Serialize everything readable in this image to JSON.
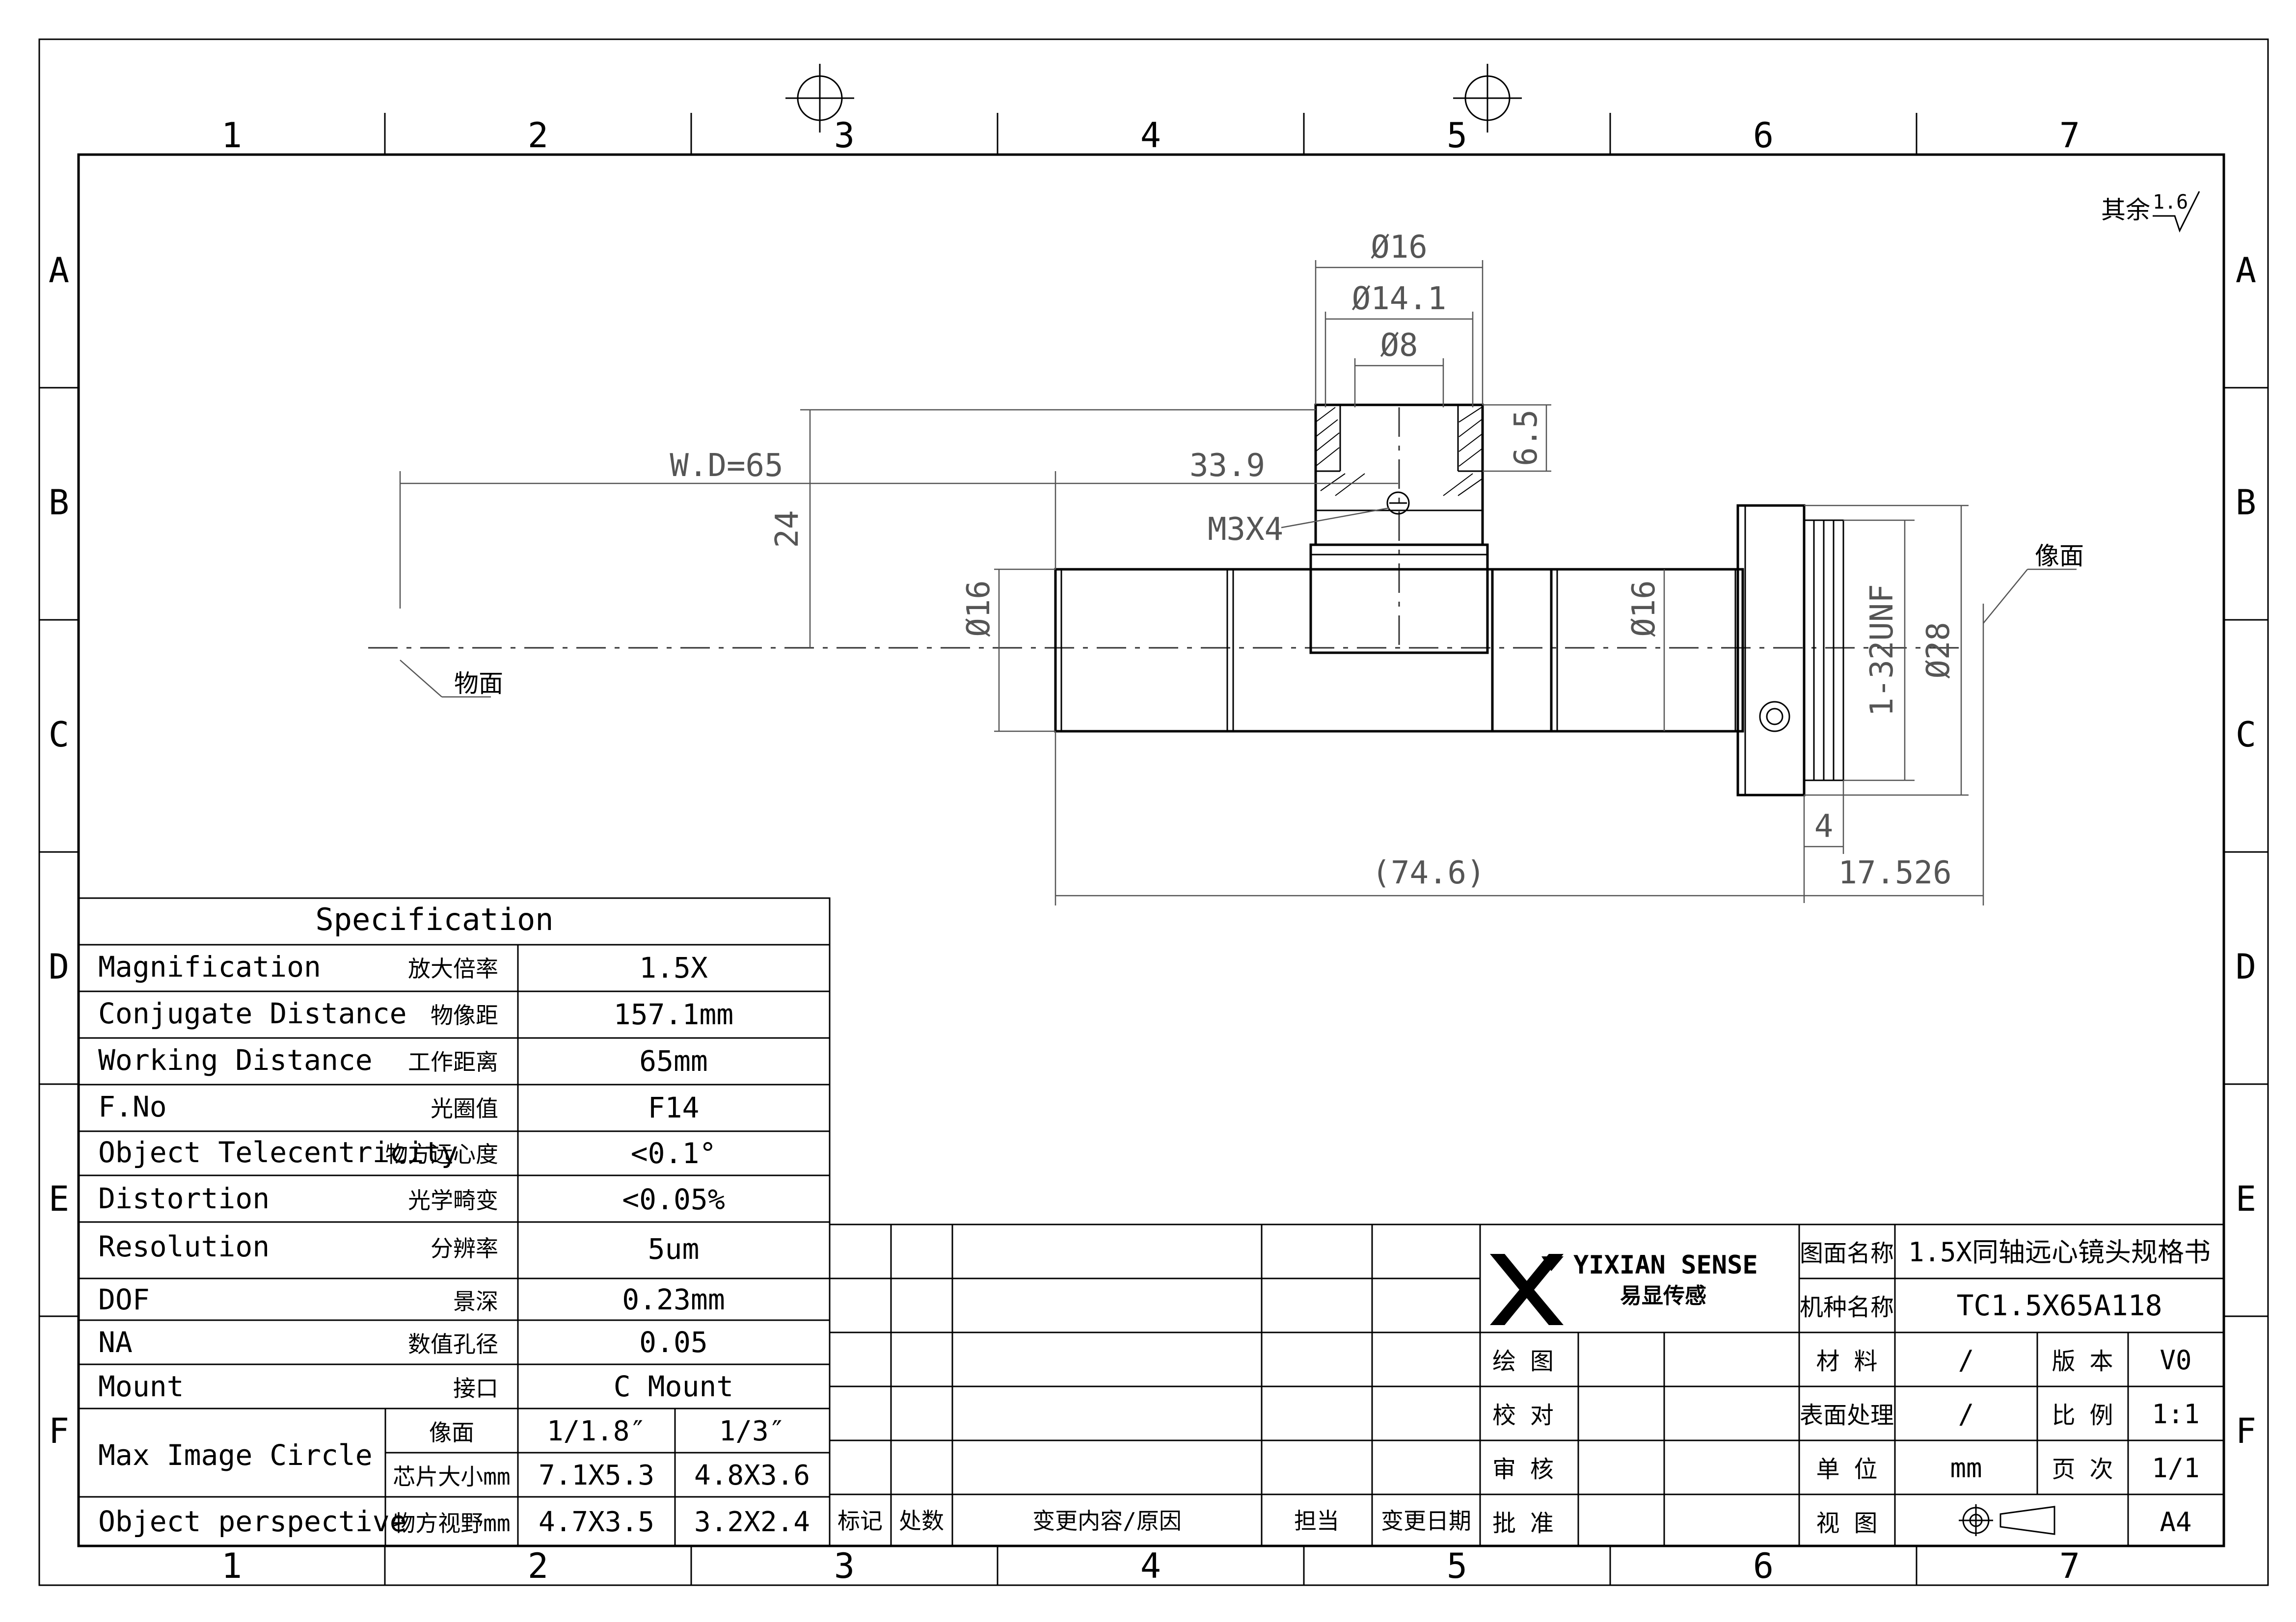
{
  "frame": {
    "columns": [
      "1",
      "2",
      "3",
      "4",
      "5",
      "6",
      "7"
    ],
    "rows": [
      "A",
      "B",
      "C",
      "D",
      "E",
      "F"
    ]
  },
  "roughness": {
    "label": "其余",
    "value": "1.6"
  },
  "dimensions": {
    "d_top_outer": "Ø16",
    "d_top_mid": "Ø14.1",
    "d_top_inner": "Ø8",
    "h_top": "6.5",
    "wd": "W.D=65",
    "h_axis": "24",
    "len_33": "33.9",
    "screw": "M3X4",
    "d_left": "Ø16",
    "d_right": "Ø16",
    "thread": "1-32UNF",
    "d_mount": "Ø28",
    "len_4": "4",
    "len_total": "(74.6)",
    "len_back": "17.526",
    "object_plane": "物面",
    "image_plane": "像面"
  },
  "spec": {
    "title": "Specification",
    "rows": [
      {
        "en": "Magnification",
        "cn": "放大倍率",
        "value": "1.5X"
      },
      {
        "en": "Conjugate Distance",
        "cn": "物像距",
        "value": "157.1mm"
      },
      {
        "en": "Working Distance",
        "cn": "工作距离",
        "value": "65mm"
      },
      {
        "en": "F.No",
        "cn": "光圈值",
        "value": "F14"
      },
      {
        "en": "Object Telecentricity",
        "cn": "物方远心度",
        "value": "<0.1°"
      },
      {
        "en": "Distortion",
        "cn": "光学畸变",
        "value": "<0.05%"
      },
      {
        "en": "Resolution",
        "cn": "分辨率",
        "value": "5um"
      },
      {
        "en": "DOF",
        "cn": "景深",
        "value": "0.23mm"
      },
      {
        "en": "NA",
        "cn": "数值孔径",
        "value": "0.05"
      },
      {
        "en": "Mount",
        "cn": "接口",
        "value": "C Mount"
      }
    ],
    "max_image_circle": {
      "label": "Max Image Circle",
      "sub1": "像面",
      "v11": "1/1.8″",
      "v12": "1/3″",
      "sub2": "芯片大小mm",
      "v21": "7.1X5.3",
      "v22": "4.8X3.6"
    },
    "object_perspective": {
      "label": "Object perspective",
      "sub": "物方视野mm",
      "v1": "4.7X3.5",
      "v2": "3.2X2.4"
    }
  },
  "revision": {
    "headers": [
      "标记",
      "处数",
      "变更内容/原因",
      "担当",
      "变更日期"
    ]
  },
  "title_block": {
    "logo_text": "YIXIAN SENSE",
    "logo_cn": "易显传感",
    "drawing_name_label": "图面名称",
    "drawing_name": "1.5X同轴远心镜头规格书",
    "model_label": "机种名称",
    "model": "TC1.5X65A118",
    "roles": [
      "绘 图",
      "校 对",
      "审 核",
      "批 准"
    ],
    "material_label": "材 料",
    "material": "/",
    "version_label": "版 本",
    "version": "V0",
    "surface_label": "表面处理",
    "surface": "/",
    "scale_label": "比 例",
    "scale": "1:1",
    "unit_label": "单 位",
    "unit": "mm",
    "page_label": "页 次",
    "page": "1/1",
    "view_label": "视 图",
    "paper": "A4"
  }
}
